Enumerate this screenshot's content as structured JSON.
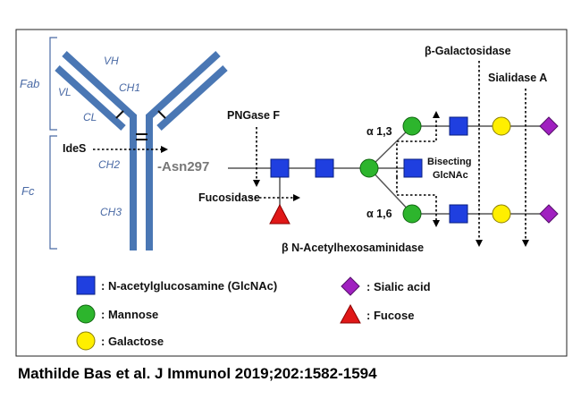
{
  "antibody": {
    "fab_label": "Fab",
    "fc_label": "Fc",
    "vh_label": "VH",
    "vl_label": "VL",
    "ch1_label": "CH1",
    "cl_label": "CL",
    "ch2_label": "CH2",
    "ch3_label": "CH3",
    "asn_label": "-Asn297"
  },
  "enzymes": {
    "ides": "IdeS",
    "pngase": "PNGase F",
    "fucosidase": "Fucosidase",
    "hexosaminidase": "β N-Acetylhexosaminidase",
    "galactosidase": "β-Galactosidase",
    "sialidase": "Sialidase A"
  },
  "linkages": {
    "a13": "α 1,3",
    "a16": "α 1,6",
    "bisecting_line1": "Bisecting",
    "bisecting_line2": "GlcNAc"
  },
  "legend": {
    "glcnac": ": N-acetylglucosamine (GlcNAc)",
    "mannose": ": Mannose",
    "galactose": ": Galactose",
    "sialic": ": Sialic acid",
    "fucose": ": Fucose"
  },
  "colors": {
    "antibody": "#4a77b4",
    "glcnac": "#1f3fe0",
    "mannose": "#2db52d",
    "galactose": "#ffef00",
    "sialic": "#a020c0",
    "fucose": "#e01818"
  },
  "citation": "Mathilde Bas et al. J Immunol 2019;202:1582-1594"
}
